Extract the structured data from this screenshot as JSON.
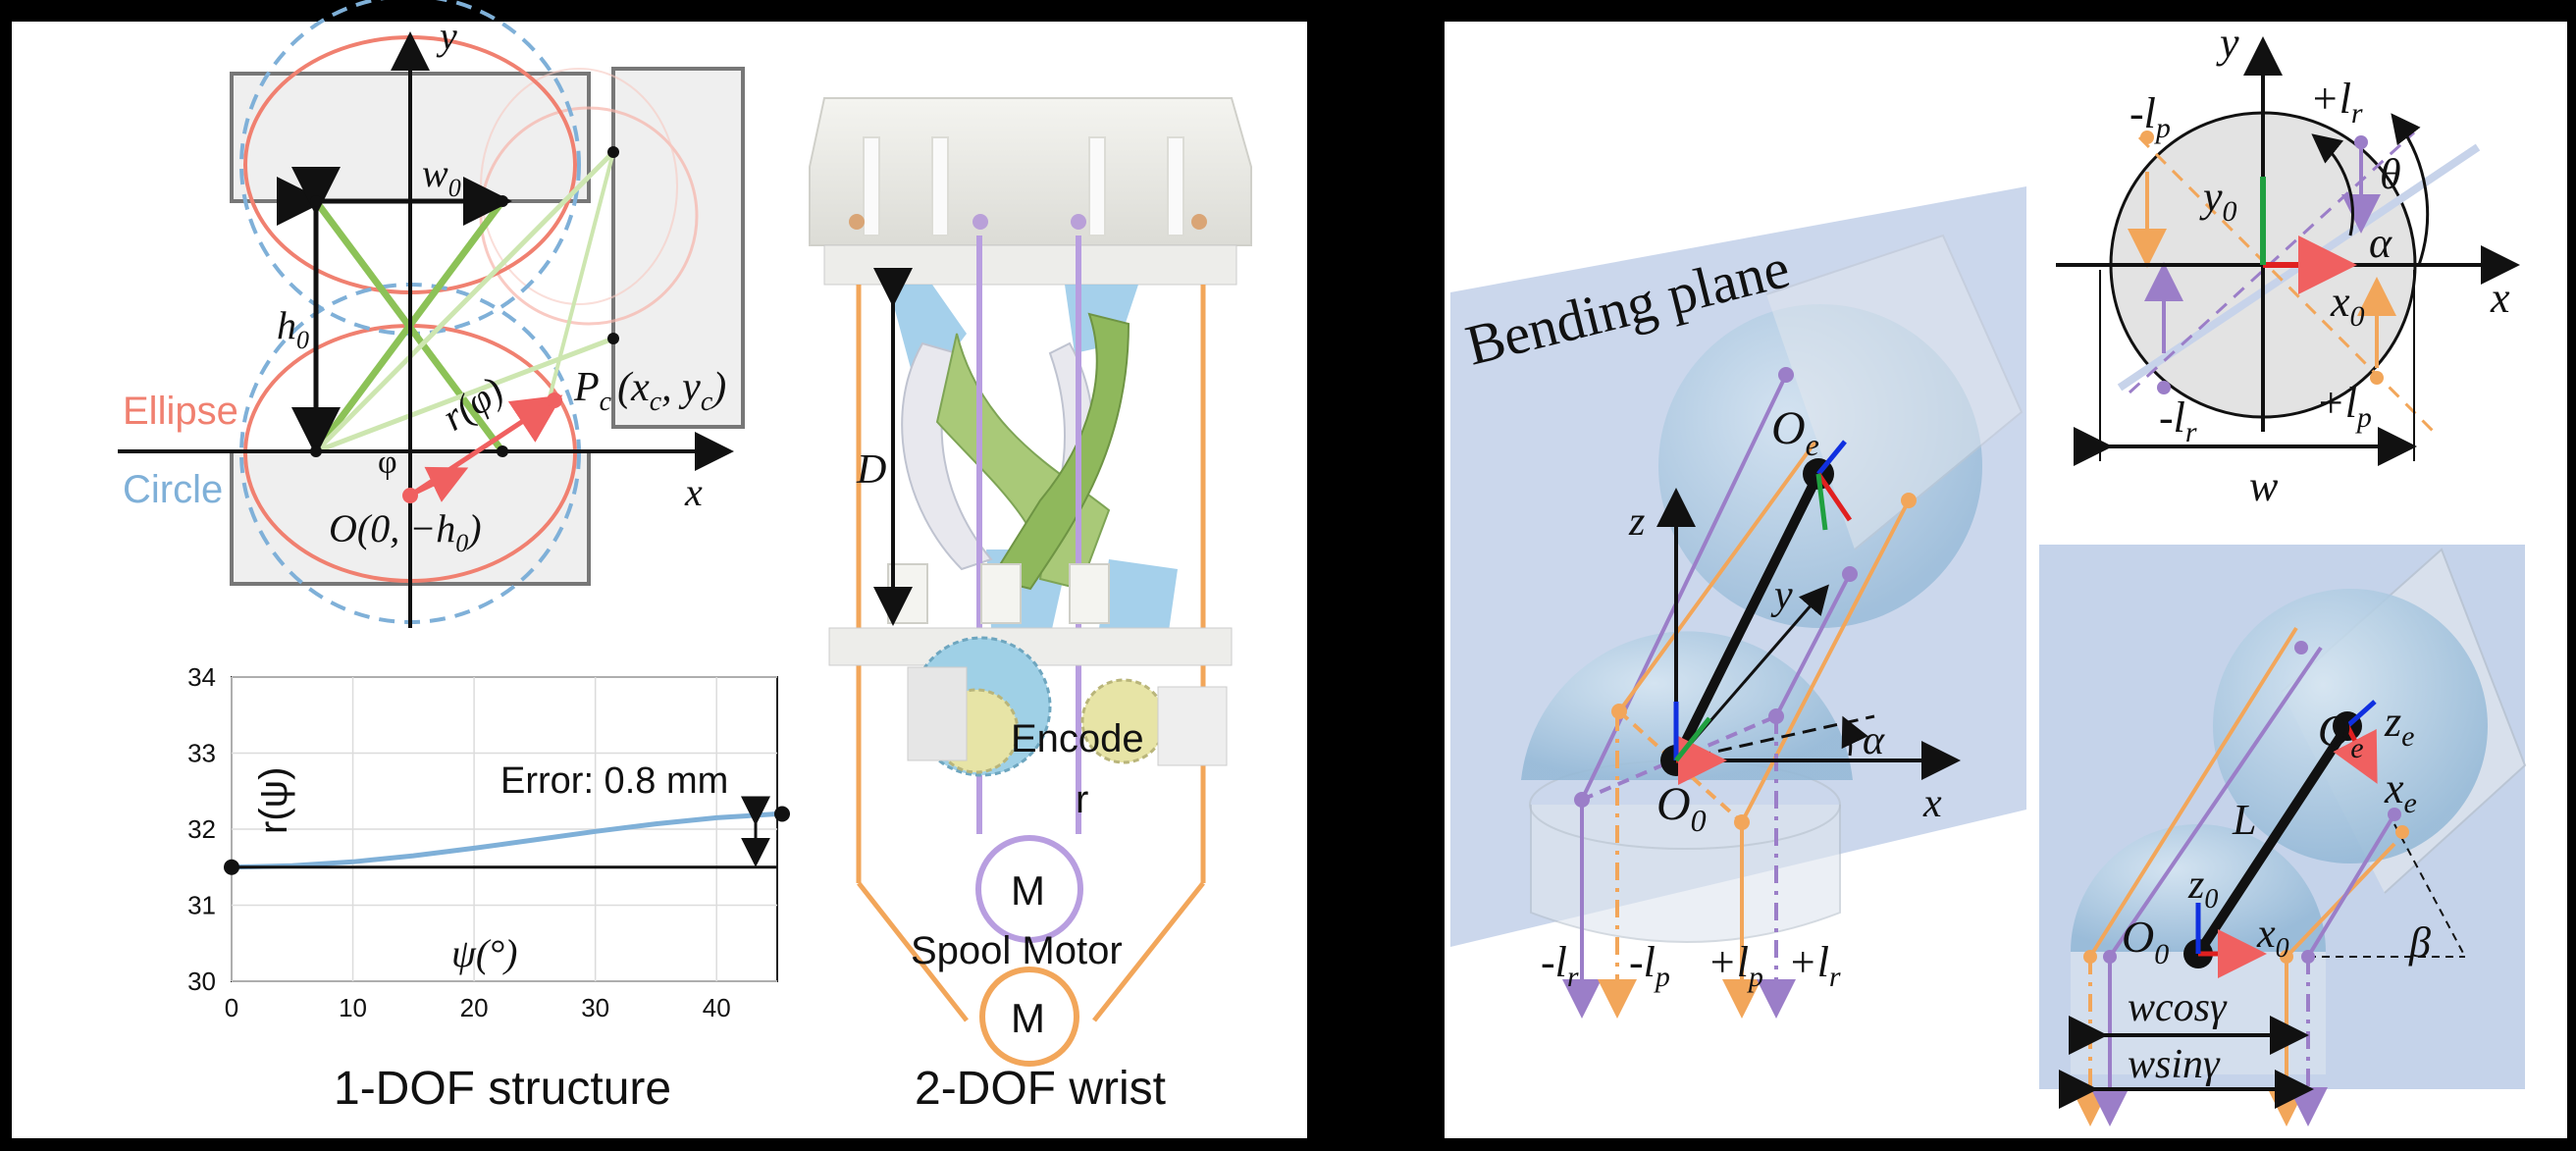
{
  "panel_left": {
    "ellipse_label": "Ellipse",
    "circle_label": "Circle",
    "x_axis": "x",
    "y_axis": "y",
    "w0_label": "w",
    "w0_sub": "0",
    "h0_label": "h",
    "h0_sub": "0",
    "r_phi_label": "r(φ)",
    "phi_label": "φ",
    "pc_label": "P",
    "pc_sub": "c",
    "pc_coords": "(x",
    "pc_coords_sub1": "c",
    "pc_coords_mid": ", y",
    "pc_coords_sub2": "c",
    "pc_coords_end": ")",
    "origin_label": "O(0, −h",
    "origin_sub": "0",
    "origin_end": ")",
    "caption": "1-DOF structure"
  },
  "chart_data": {
    "type": "line",
    "title": "",
    "xlabel": "ψ(°)",
    "ylabel": "r(ψ)",
    "xlim": [
      0,
      45
    ],
    "ylim": [
      30,
      34
    ],
    "x_ticks": [
      "0",
      "10",
      "20",
      "30",
      "40"
    ],
    "y_ticks": [
      "30",
      "31",
      "32",
      "33",
      "34"
    ],
    "grid": true,
    "annotation": "Error: 0.8 mm",
    "series": [
      {
        "name": "",
        "x": [
          0,
          5,
          10,
          15,
          20,
          25,
          30,
          35,
          40,
          45
        ],
        "y": [
          31.5,
          31.52,
          31.57,
          31.65,
          31.75,
          31.86,
          31.97,
          32.07,
          32.15,
          32.2
        ]
      }
    ],
    "reference_line_y": 31.5
  },
  "panel_middle": {
    "d_label": "D",
    "encoder_label": "Encode",
    "encoder_label2": "r",
    "motor_top": "M",
    "motor_bottom": "M",
    "spool_label": "Spool Motor",
    "caption": "2-DOF wrist"
  },
  "panel_right": {
    "bending_plane": "Bending plane",
    "oe_label": "O",
    "oe_sub": "e",
    "o0_label": "O",
    "o0_sub": "0",
    "z_label": "z",
    "y_label": "y",
    "x_label": "x",
    "alpha_label": "α",
    "cables": [
      "-l",
      "-l",
      "+l",
      "+l"
    ],
    "cable_subs": [
      "r",
      "p",
      "p",
      "r"
    ],
    "top_y": "y",
    "top_x": "x",
    "top_y0": "y",
    "top_y0_sub": "0",
    "top_x0": "x",
    "top_x0_sub": "0",
    "theta": "θ",
    "alpha2": "α",
    "minus_lp": "-l",
    "minus_lp_sub": "p",
    "plus_lr": "+l",
    "plus_lr_sub": "r",
    "minus_lr": "-l",
    "minus_lr_sub": "r",
    "plus_lp": "+l",
    "plus_lp_sub": "p",
    "w_label": "w",
    "side_oe": "O",
    "side_oe_sub": "e",
    "side_ze": "z",
    "side_ze_sub": "e",
    "side_xe": "x",
    "side_xe_sub": "e",
    "side_L": "L",
    "side_z0": "z",
    "side_z0_sub": "0",
    "side_o0": "O",
    "side_o0_sub": "0",
    "side_x0": "x",
    "side_x0_sub": "0",
    "beta": "β",
    "wcos": "wcosγ",
    "wsin": "wsinγ"
  },
  "colors": {
    "ellipse": "#f08070",
    "circle": "#7fb0d8",
    "green": "#8cc257",
    "orange": "#f2a65a",
    "purple": "#9b7ec8",
    "sphere": "#a9c9e2",
    "plane": "#c5d3ea",
    "curve": "#7fb0d8"
  }
}
